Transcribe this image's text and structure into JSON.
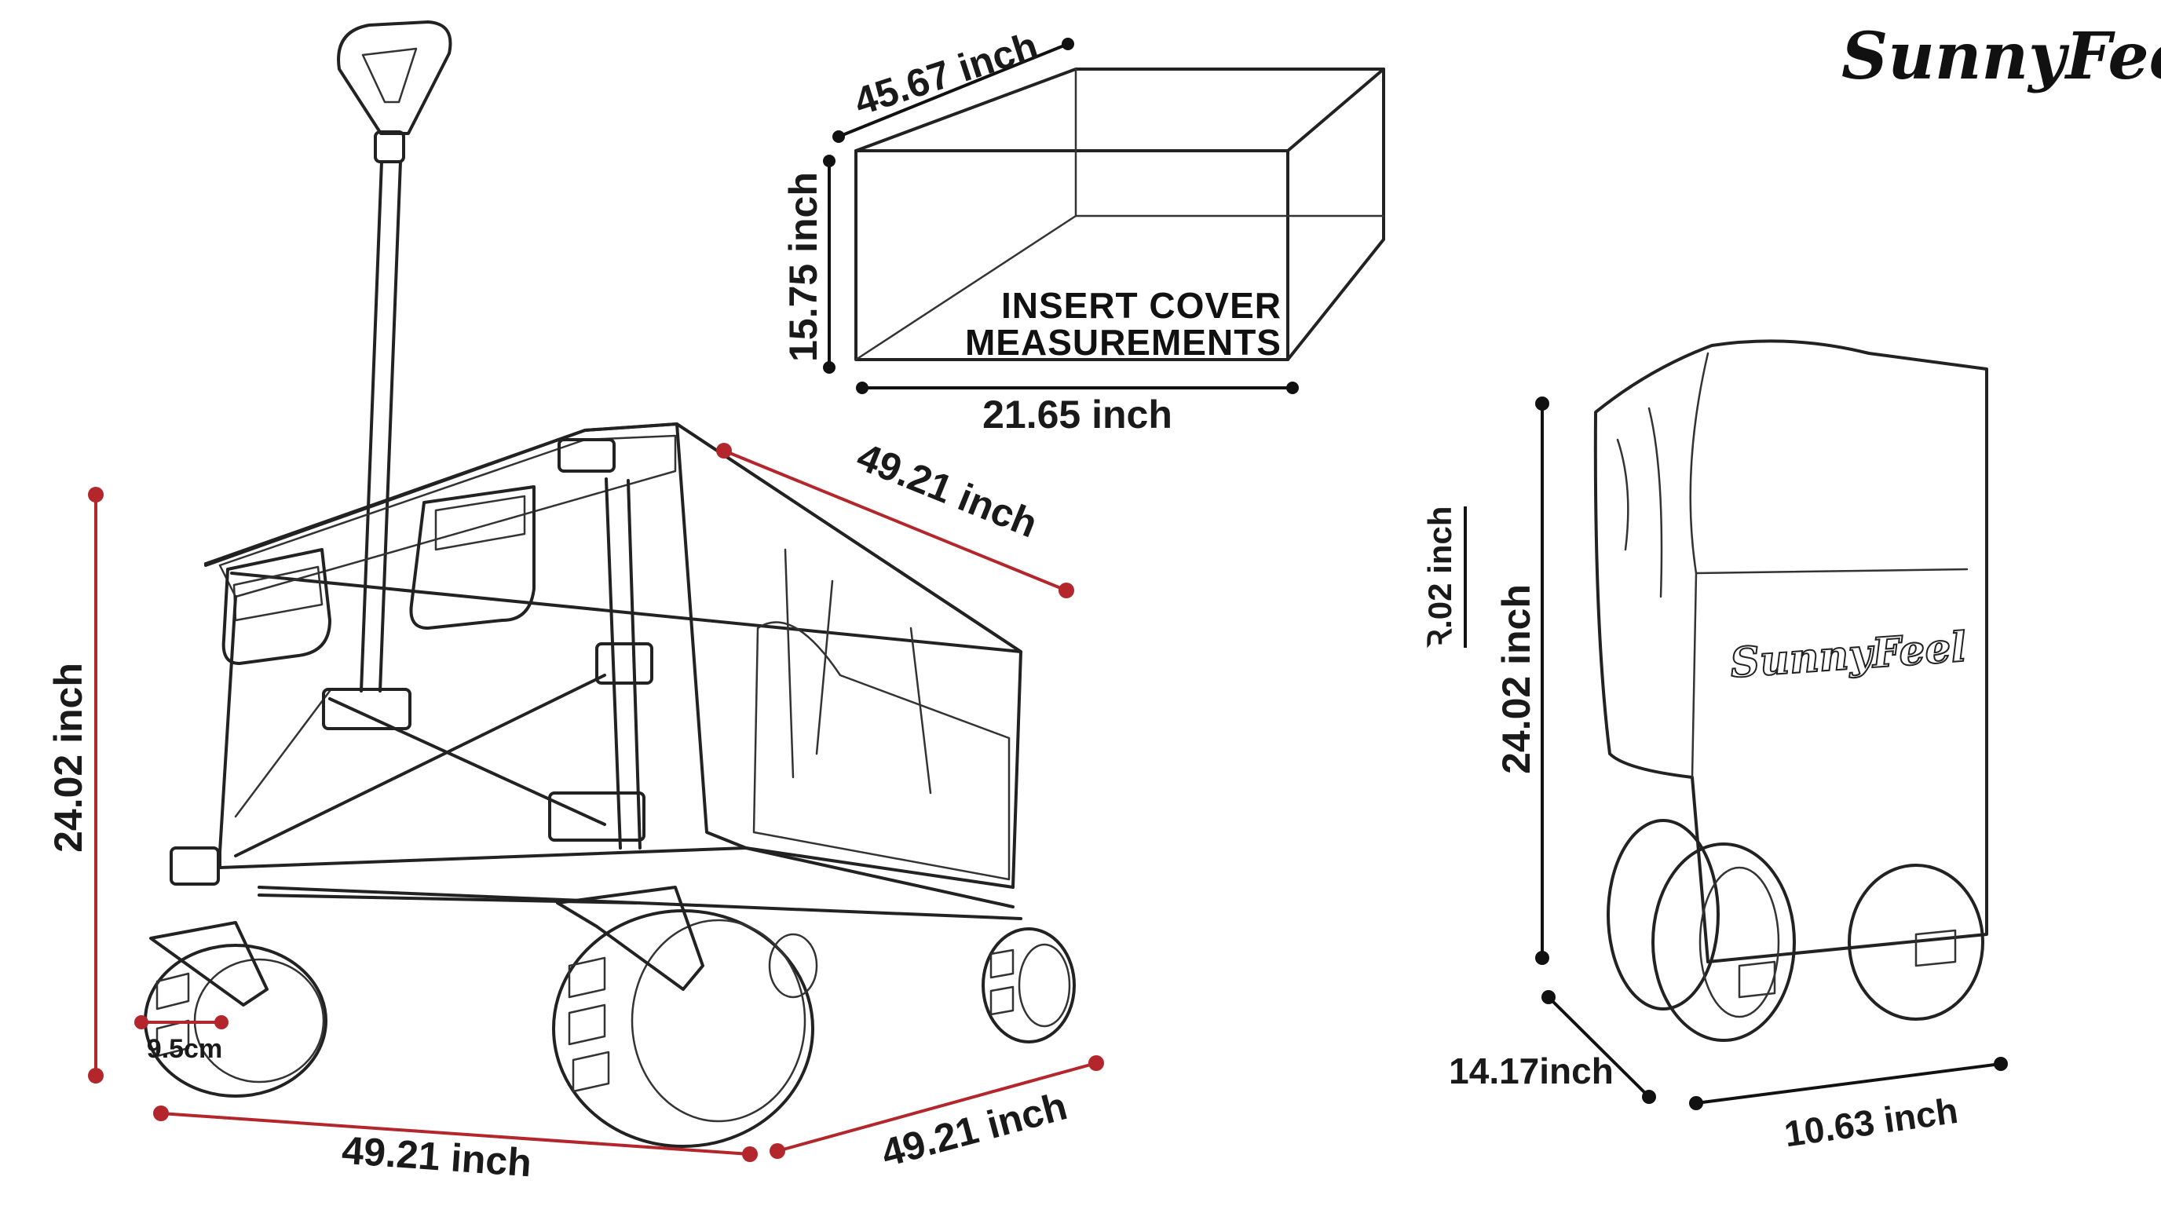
{
  "brand": {
    "logo_text": "SunnyFeel",
    "cover_logo_text": "SunnyFeel"
  },
  "insert_cover": {
    "title_line1": "INSERT COVER",
    "title_line2": "MEASUREMENTS",
    "length_label": "45.67 inch",
    "height_label": "15.75 inch",
    "width_label": "21.65 inch"
  },
  "wagon": {
    "height_label": "24.02 inch",
    "length_label": "49.21 inch",
    "bottom_length_label": "49.21 inch",
    "bottom_width_label": "49.21 inch",
    "wheel_label": "9.5cm"
  },
  "covered_wagon": {
    "height_label": "24.02 inch",
    "small_height_label": "Ꝛ.02 inch",
    "depth_label": "14.17inch",
    "width_label": "10.63 inch"
  },
  "colors": {
    "dimension_red": "#b3262c",
    "dimension_black": "#111111",
    "line_art": "#222222"
  }
}
